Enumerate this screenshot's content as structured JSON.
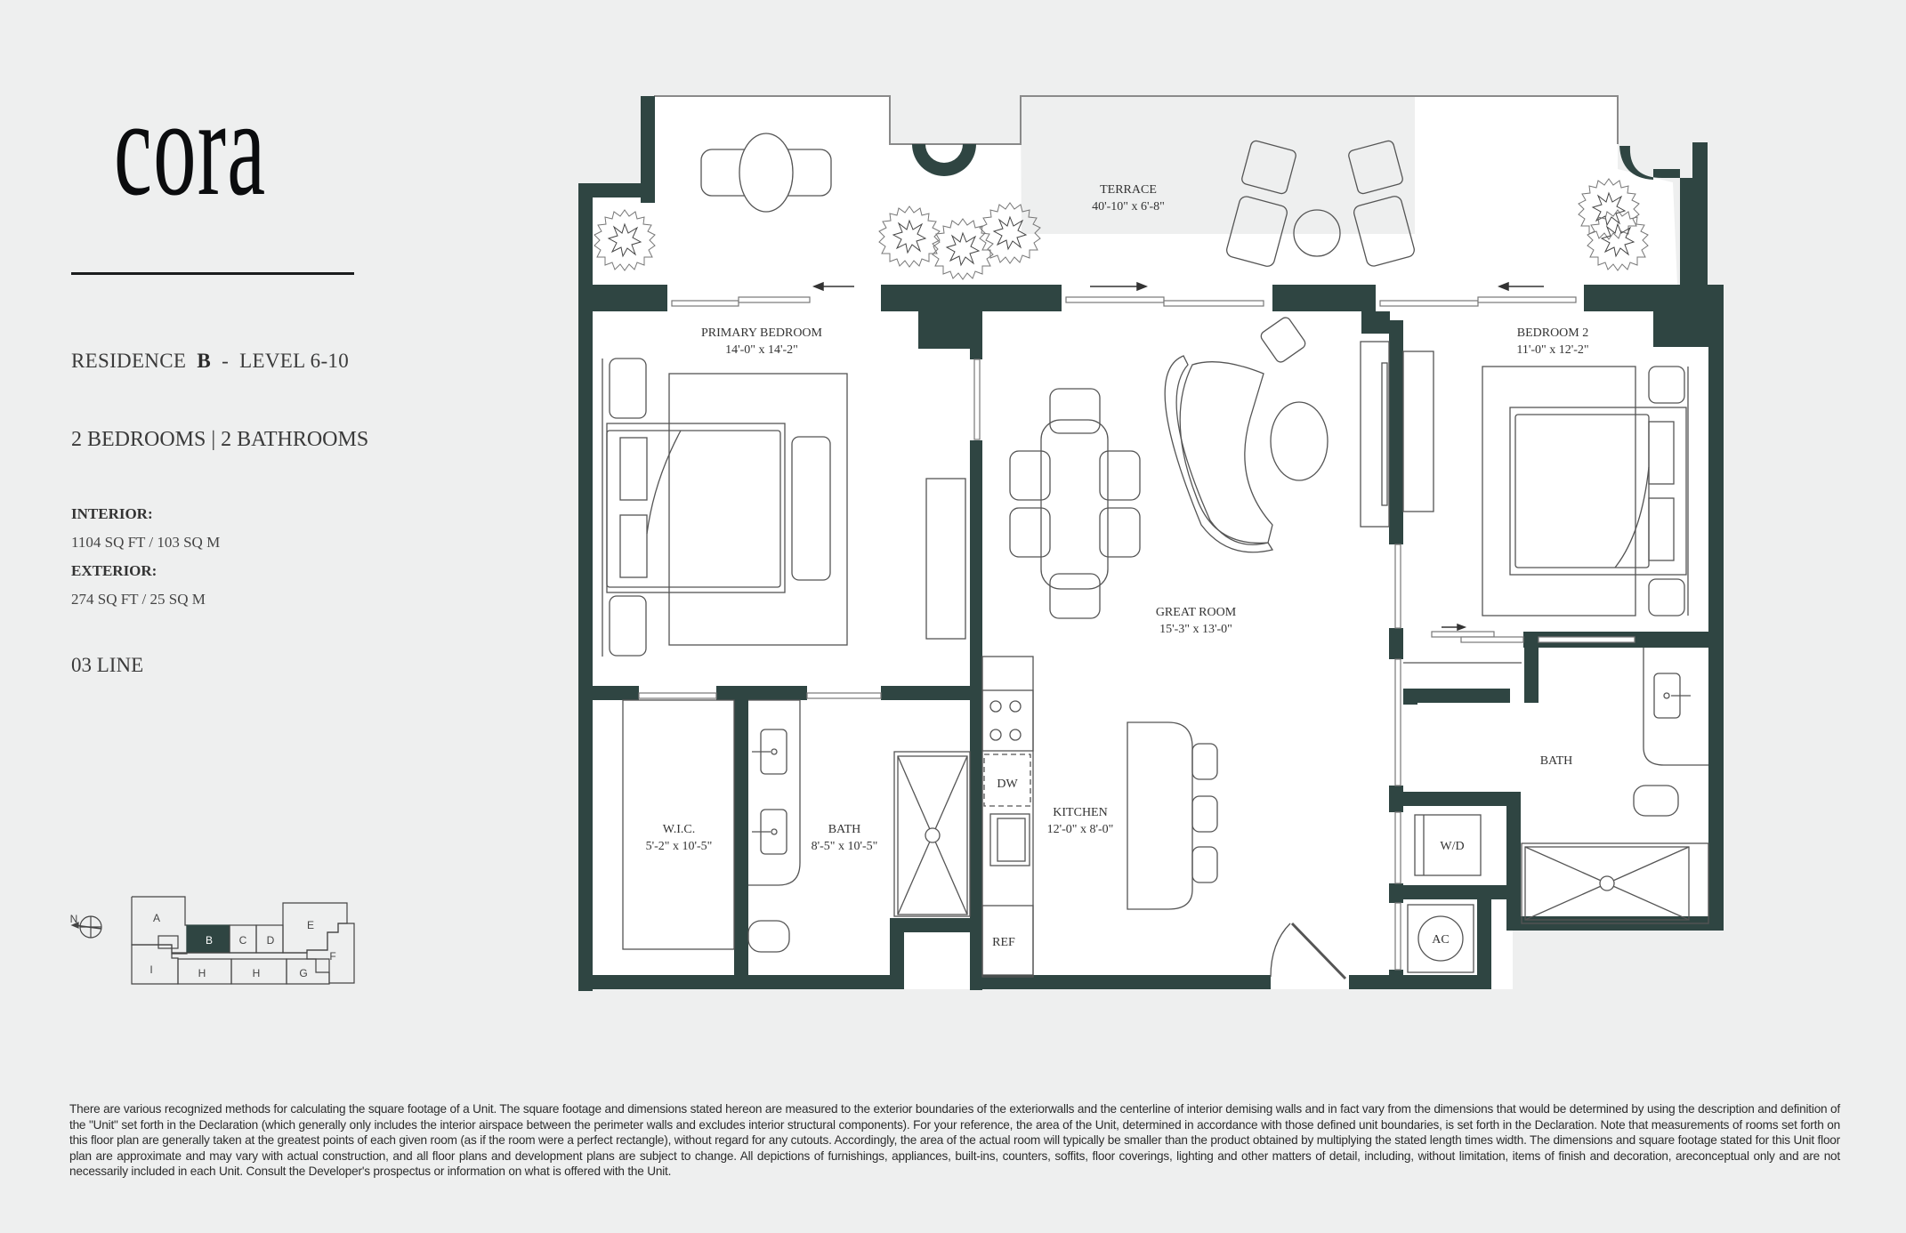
{
  "brand": {
    "logo_text": "cora"
  },
  "residence": {
    "prefix": "RESIDENCE",
    "unit": "B",
    "separator": "-",
    "levels": "LEVEL 6-10",
    "bed_bath": "2 BEDROOMS | 2 BATHROOMS",
    "interior_label": "INTERIOR:",
    "interior_value": "1104 SQ FT / 103 SQ M",
    "exterior_label": "EXTERIOR:",
    "exterior_value": "274 SQ FT / 25 SQ M",
    "line": "03 LINE"
  },
  "rooms": {
    "terrace": {
      "name": "TERRACE",
      "dims": "40'-10\" x 6'-8\""
    },
    "primary_bedroom": {
      "name": "PRIMARY BEDROOM",
      "dims": "14'-0\" x 14'-2\""
    },
    "great_room": {
      "name": "GREAT ROOM",
      "dims": "15'-3\" x 13'-0\""
    },
    "bedroom_2": {
      "name": "BEDROOM 2",
      "dims": "11'-0\" x 12'-2\""
    },
    "wic": {
      "name": "W.I.C.",
      "dims": "5'-2\" x 10'-5\""
    },
    "primary_bath": {
      "name": "BATH",
      "dims": "8'-5\" x 10'-5\""
    },
    "kitchen": {
      "name": "KITCHEN",
      "dims": "12'-0\" x 8'-0\""
    },
    "bath_2": {
      "name": "BATH"
    },
    "fixtures": {
      "dw": "DW",
      "ref": "REF",
      "wd": "W/D",
      "ac": "AC"
    }
  },
  "key_plan": {
    "north_label": "N",
    "units": [
      "A",
      "B",
      "C",
      "D",
      "E",
      "F",
      "G",
      "H",
      "H",
      "I"
    ],
    "highlighted": "B"
  },
  "colors": {
    "wall": "#2f4542",
    "background": "#eeefef",
    "floor": "#ffffff",
    "line": "#555555"
  },
  "disclaimer": "There are various recognized methods for calculating the square footage of a Unit. The square footage and dimensions stated hereon are measured to the exterior boundaries of the exteriorwalls and the centerline of interior demising walls and in fact vary from the dimensions that would be determined by using the description and definition of the \"Unit\" set forth in the Declaration (which generally only includes the interior airspace between the perimeter walls and excludes interior structural components). For your reference, the area of the Unit, determined in accordance with those defined unit boundaries, is set forth in the Declaration. Note that measurements of rooms set forth on this floor plan are generally taken at the greatest points of each given room (as if the room were a perfect rectangle), without regard for any cutouts. Accordingly, the area of the actual room will typically be smaller than the product obtained by multiplying the stated length times width. The dimensions and square footage stated for this Unit floor plan are approximate and may vary with actual construction, and all floor plans and development plans are subject to change. All depictions of furnishings, appliances, built-ins, counters, soffits, floor coverings, lighting and other matters of detail, including, without limitation, items of finish and decoration, areconceptual only and are not necessarily included in each Unit. Consult the Developer's prospectus or information on what is offered with the Unit."
}
